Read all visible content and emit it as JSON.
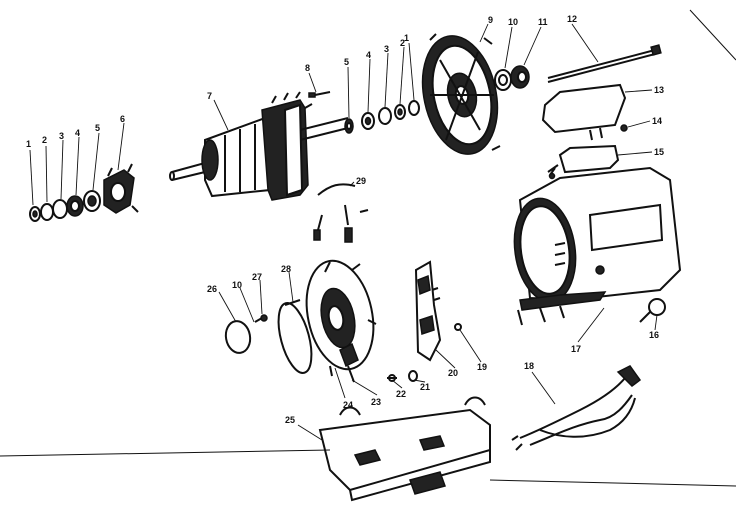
{
  "diagram": {
    "type": "exploded-parts-view",
    "ink_color": "#111111",
    "paper_color": "#ffffff",
    "callouts": [
      {
        "id": "c1a",
        "label": "1"
      },
      {
        "id": "c2a",
        "label": "2"
      },
      {
        "id": "c3a",
        "label": "3"
      },
      {
        "id": "c4a",
        "label": "4"
      },
      {
        "id": "c5a",
        "label": "5"
      },
      {
        "id": "c6",
        "label": "6"
      },
      {
        "id": "c7",
        "label": "7"
      },
      {
        "id": "c8",
        "label": "8"
      },
      {
        "id": "c5b",
        "label": "5"
      },
      {
        "id": "c4b",
        "label": "4"
      },
      {
        "id": "c3b",
        "label": "3"
      },
      {
        "id": "c2b",
        "label": "2"
      },
      {
        "id": "c1b",
        "label": "1"
      },
      {
        "id": "c9",
        "label": "9"
      },
      {
        "id": "c10a",
        "label": "10"
      },
      {
        "id": "c11",
        "label": "11"
      },
      {
        "id": "c12",
        "label": "12"
      },
      {
        "id": "c13",
        "label": "13"
      },
      {
        "id": "c14",
        "label": "14"
      },
      {
        "id": "c15",
        "label": "15"
      },
      {
        "id": "c29",
        "label": "29"
      },
      {
        "id": "c26",
        "label": "26"
      },
      {
        "id": "c10b",
        "label": "10"
      },
      {
        "id": "c27",
        "label": "27"
      },
      {
        "id": "c28",
        "label": "28"
      },
      {
        "id": "c24",
        "label": "24"
      },
      {
        "id": "c23",
        "label": "23"
      },
      {
        "id": "c22",
        "label": "22"
      },
      {
        "id": "c21",
        "label": "21"
      },
      {
        "id": "c20",
        "label": "20"
      },
      {
        "id": "c19",
        "label": "19"
      },
      {
        "id": "c16",
        "label": "16"
      },
      {
        "id": "c17",
        "label": "17"
      },
      {
        "id": "c18",
        "label": "18"
      },
      {
        "id": "c25",
        "label": "25"
      }
    ]
  }
}
